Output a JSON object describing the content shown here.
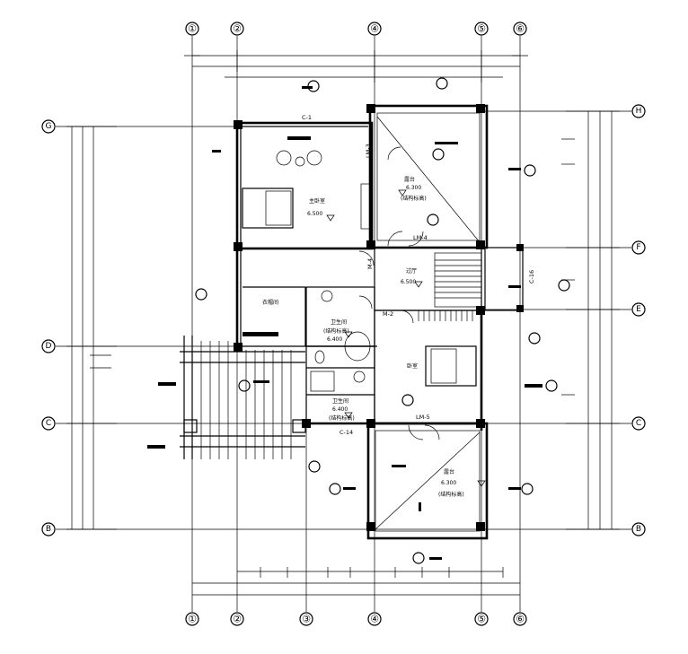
{
  "axes": {
    "vertical": [
      "①",
      "②",
      "③",
      "④",
      "⑤",
      "⑥"
    ],
    "horizontal": [
      "G",
      "H",
      "F",
      "E",
      "D",
      "C",
      "B"
    ]
  },
  "rooms": {
    "master_bedroom": {
      "name": "主卧室",
      "elevation": "6.500"
    },
    "closet": {
      "name": "衣帽间"
    },
    "balcony_north": {
      "name": "露台",
      "elevation": "6.300",
      "note": "(结构标高)"
    },
    "hall": {
      "name": "过厅",
      "elevation": "6.500"
    },
    "bath_master": {
      "name": "卫生间",
      "note": "(结构标高)",
      "elevation": "6.400"
    },
    "bedroom": {
      "name": "卧室"
    },
    "bath_2": {
      "name": "卫生间",
      "elevation": "6.400",
      "note": "(结构标高)"
    },
    "balcony_south": {
      "name": "露台",
      "elevation": "6.300",
      "note": "(结构标高)"
    }
  },
  "labels": {
    "c1": "C-1",
    "lm3": "LM-3",
    "lm4": "LM-4",
    "lm5": "LM-5",
    "m2": "M-2",
    "m4": "M-4",
    "c14": "C-14",
    "c16": "C-16"
  }
}
